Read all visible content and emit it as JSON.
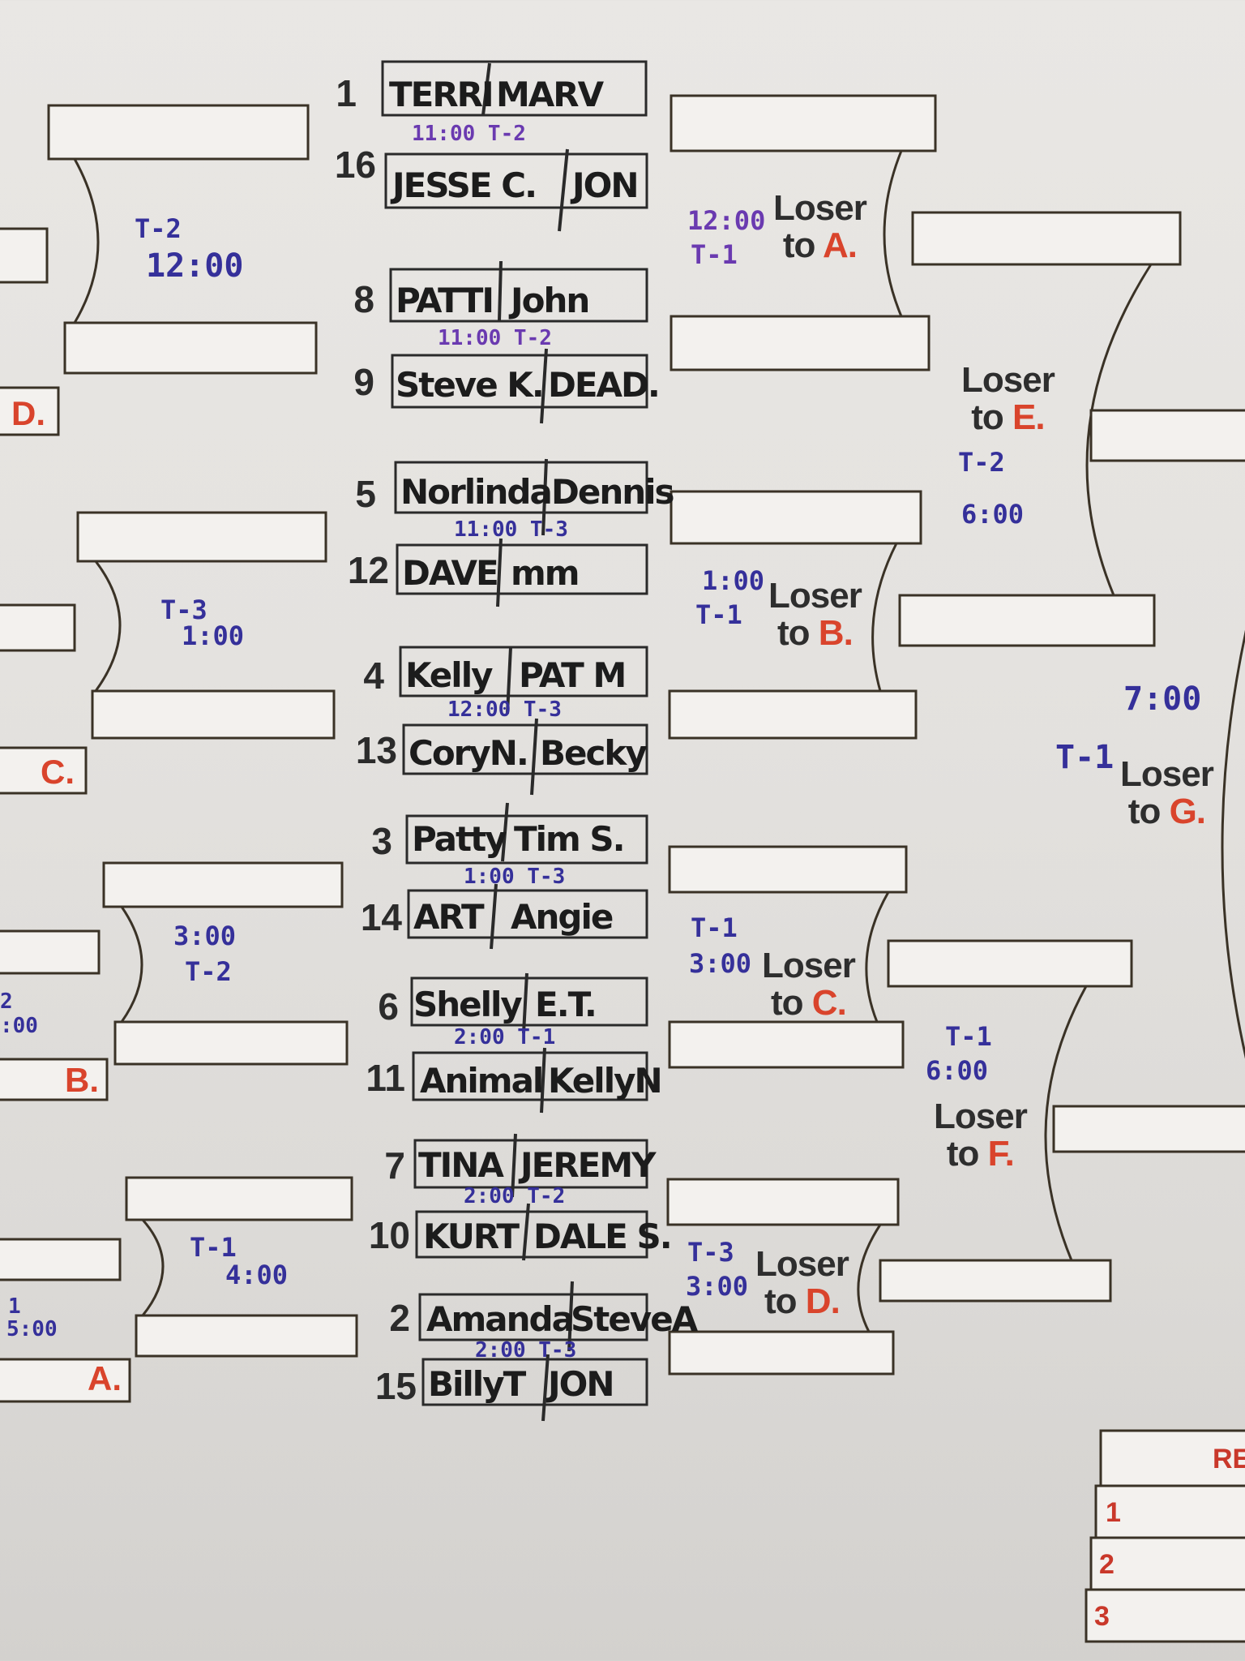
{
  "matches": [
    {
      "seed_top": "1",
      "name_top": "TERRI",
      "name_top2": "MARV",
      "note": "11:00 T-2",
      "seed_bot": "16",
      "name_bot": "JESSE C.",
      "name_bot2": "JON"
    },
    {
      "seed_top": "8",
      "name_top": "PATTI",
      "name_top2": "John",
      "note": "11:00 T-2",
      "seed_bot": "9",
      "name_bot": "Steve K.",
      "name_bot2": "DEAD."
    },
    {
      "seed_top": "5",
      "name_top": "Norlinda",
      "name_top2": "Dennis",
      "note": "11:00 T-3",
      "seed_bot": "12",
      "name_bot": "DAVE",
      "name_bot2": "mm"
    },
    {
      "seed_top": "4",
      "name_top": "Kelly",
      "name_top2": "PAT M",
      "note": "12:00 T-3",
      "seed_bot": "13",
      "name_bot": "CoryN.",
      "name_bot2": "Becky"
    },
    {
      "seed_top": "3",
      "name_top": "Patty",
      "name_top2": "Tim S.",
      "note": "1:00 T-3",
      "seed_bot": "14",
      "name_bot": "ART",
      "name_bot2": "Angie"
    },
    {
      "seed_top": "6",
      "name_top": "Shelly",
      "name_top2": "E.T.",
      "note": "2:00 T-1",
      "seed_bot": "11",
      "name_bot": "Animal",
      "name_bot2": "KellyN"
    },
    {
      "seed_top": "7",
      "name_top": "TINA",
      "name_top2": "JEREMY",
      "note": "2:00 T-2",
      "seed_bot": "10",
      "name_bot": "KURT",
      "name_bot2": "DALE S."
    },
    {
      "seed_top": "2",
      "name_top": "Amanda",
      "name_top2": "SteveA",
      "note": "2:00 T-3",
      "seed_bot": "15",
      "name_bot": "BillyT",
      "name_bot2": "JON"
    }
  ],
  "winners_notes": {
    "r2a_t": "T-2",
    "r2a_time": "12:00",
    "r2b_t": "T-3",
    "r2b_time": "1:00",
    "r2c_time": "3:00",
    "r2c_t": "T-2",
    "r2d_t": "T-1",
    "r2d_time": "4:00"
  },
  "edge_notes": {
    "e1": "2",
    "e2": ":00",
    "e3": "1",
    "e4": "5:00"
  },
  "losers": [
    {
      "text": "Loser",
      "to": "to",
      "letter": "A.",
      "note1": "12:00",
      "note2": "T-1"
    },
    {
      "text": "Loser",
      "to": "to",
      "letter": "B.",
      "note1": "1:00",
      "note2": "T-1"
    },
    {
      "text": "Loser",
      "to": "to",
      "letter": "C.",
      "note1": "T-1",
      "note2": "3:00"
    },
    {
      "text": "Loser",
      "to": "to",
      "letter": "D.",
      "note1": "T-3",
      "note2": "3:00"
    },
    {
      "text": "Loser",
      "to": "to",
      "letter": "E.",
      "note1": "T-2",
      "note2": "6:00"
    },
    {
      "text": "Loser",
      "to": "to",
      "letter": "F.",
      "note1": "T-1",
      "note2": "6:00"
    },
    {
      "text": "Loser",
      "to": "to",
      "letter": "G.",
      "note1": "7:00",
      "note2": "T-1"
    }
  ],
  "left_letters": [
    "D.",
    "C.",
    "B.",
    "A."
  ],
  "results": {
    "header": "RE",
    "rows": [
      "1",
      "2",
      "3"
    ]
  },
  "colors": {
    "ink": "#1c1c1c",
    "pen": "#35309a",
    "accent_red": "#d9442c",
    "gold_line": "#5a4a2a"
  }
}
